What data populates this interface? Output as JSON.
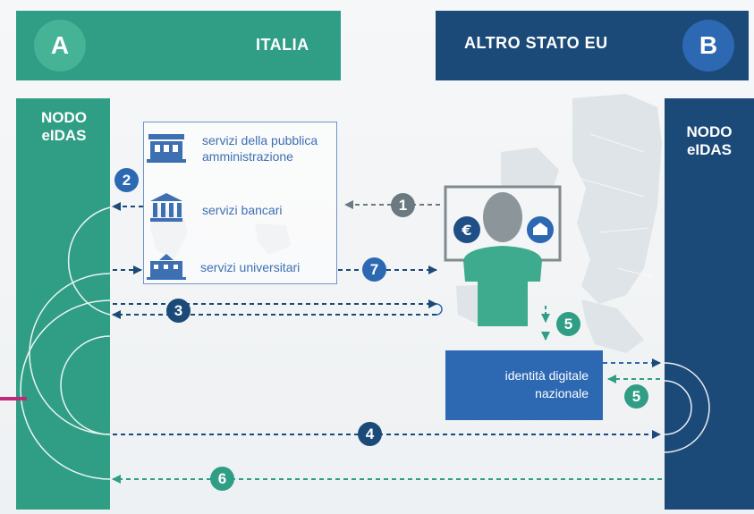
{
  "country_a": {
    "letter": "A",
    "name": "ITALIA",
    "node_label": "NODO eIDAS"
  },
  "country_b": {
    "letter": "B",
    "name": "ALTRO STATO EU",
    "node_label": "NODO eIDAS"
  },
  "services": [
    {
      "label": "servizi della pubblica amministrazione",
      "icon": "public-administration-icon"
    },
    {
      "label": "servizi bancari",
      "icon": "bank-icon"
    },
    {
      "label": "servizi universitari",
      "icon": "university-icon"
    }
  ],
  "identity": {
    "label": "identità digitale nazionale"
  },
  "steps": {
    "s1": "1",
    "s2": "2",
    "s3": "3",
    "s4": "4",
    "s5a": "5",
    "s5b": "5",
    "s6": "6",
    "s7": "7"
  },
  "colors": {
    "teal": "#2f9e85",
    "navy": "#1c4a78",
    "blue": "#2d68b3",
    "grey": "#6b7a80",
    "accent": "#c0287a"
  }
}
